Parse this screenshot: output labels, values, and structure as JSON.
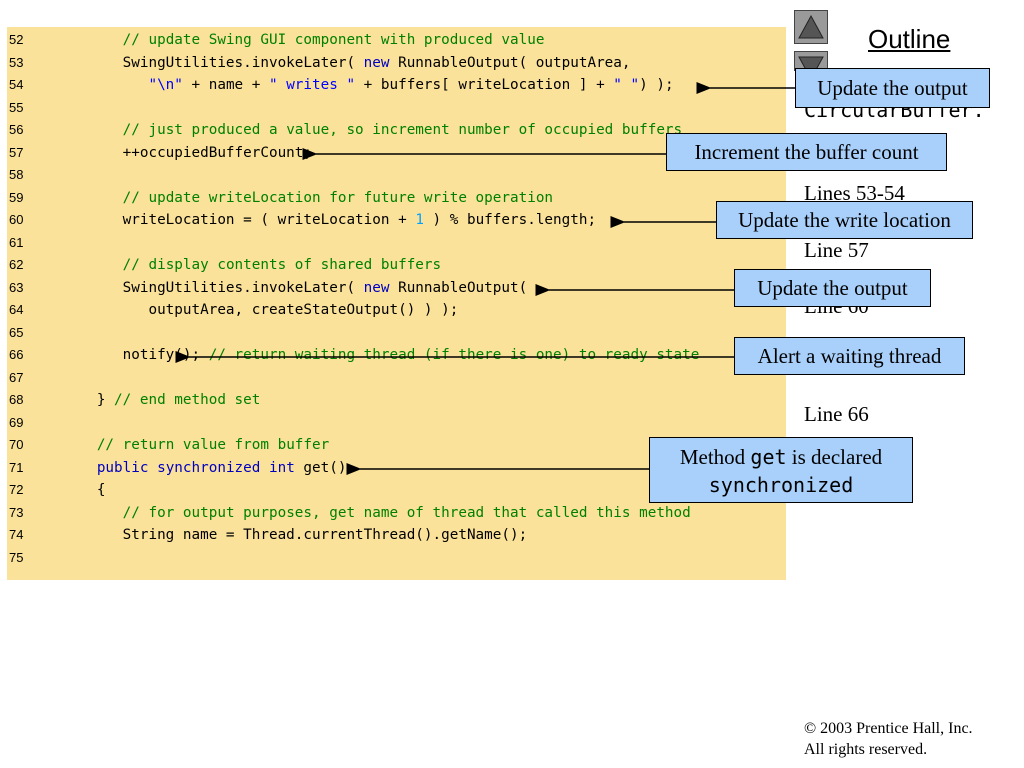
{
  "outline": {
    "title": "Outline",
    "file_label": "CircularBuffer.",
    "side_labels": [
      "Lines 53-54",
      "Line 57",
      "Line 60",
      "Line 66"
    ]
  },
  "nav": {
    "up_icon": "triangle-up-icon",
    "down_icon": "triangle-down-icon"
  },
  "code_lines": [
    {
      "num": "52",
      "tokens": [
        {
          "t": "      "
        },
        {
          "t": "// update Swing GUI component with produced value",
          "c": "cm"
        }
      ]
    },
    {
      "num": "53",
      "tokens": [
        {
          "t": "      SwingUtilities.invokeLater( "
        },
        {
          "t": "new",
          "c": "kw"
        },
        {
          "t": " RunnableOutput( outputArea,"
        }
      ]
    },
    {
      "num": "54",
      "tokens": [
        {
          "t": "         "
        },
        {
          "t": "\"\\n\"",
          "c": "str"
        },
        {
          "t": " + name + "
        },
        {
          "t": "\" writes \"",
          "c": "str"
        },
        {
          "t": " + buffers[ writeLocation ] + "
        },
        {
          "t": "\" \"",
          "c": "str"
        },
        {
          "t": ") );"
        }
      ]
    },
    {
      "num": "55",
      "tokens": []
    },
    {
      "num": "56",
      "tokens": [
        {
          "t": "      "
        },
        {
          "t": "// just produced a value, so increment number of occupied buffers",
          "c": "cm"
        }
      ]
    },
    {
      "num": "57",
      "tokens": [
        {
          "t": "      ++occupiedBufferCount;"
        }
      ]
    },
    {
      "num": "58",
      "tokens": []
    },
    {
      "num": "59",
      "tokens": [
        {
          "t": "      "
        },
        {
          "t": "// update writeLocation for future write operation",
          "c": "cm"
        }
      ]
    },
    {
      "num": "60",
      "tokens": [
        {
          "t": "      writeLocation = ( writeLocation + "
        },
        {
          "t": "1",
          "c": "num"
        },
        {
          "t": " ) % buffers.length;"
        }
      ]
    },
    {
      "num": "61",
      "tokens": []
    },
    {
      "num": "62",
      "tokens": [
        {
          "t": "      "
        },
        {
          "t": "// display contents of shared buffers",
          "c": "cm"
        }
      ]
    },
    {
      "num": "63",
      "tokens": [
        {
          "t": "      SwingUtilities.invokeLater( "
        },
        {
          "t": "new",
          "c": "kw"
        },
        {
          "t": " RunnableOutput("
        }
      ]
    },
    {
      "num": "64",
      "tokens": [
        {
          "t": "         outputArea, createStateOutput() ) );"
        }
      ]
    },
    {
      "num": "65",
      "tokens": []
    },
    {
      "num": "66",
      "tokens": [
        {
          "t": "      notify(); "
        },
        {
          "t": "// return waiting thread (if there is one) to ready state",
          "c": "cm"
        }
      ]
    },
    {
      "num": "67",
      "tokens": []
    },
    {
      "num": "68",
      "tokens": [
        {
          "t": "   } "
        },
        {
          "t": "// end method set",
          "c": "cm"
        }
      ]
    },
    {
      "num": "69",
      "tokens": []
    },
    {
      "num": "70",
      "tokens": [
        {
          "t": "   "
        },
        {
          "t": "// return value from buffer",
          "c": "cm"
        }
      ]
    },
    {
      "num": "71",
      "tokens": [
        {
          "t": "   "
        },
        {
          "t": "public synchronized int",
          "c": "kw"
        },
        {
          "t": " get()"
        }
      ]
    },
    {
      "num": "72",
      "tokens": [
        {
          "t": "   {"
        }
      ]
    },
    {
      "num": "73",
      "tokens": [
        {
          "t": "      "
        },
        {
          "t": "// for output purposes, get name of thread that called this method",
          "c": "cm"
        }
      ]
    },
    {
      "num": "74",
      "tokens": [
        {
          "t": "      String name = Thread.currentThread().getName();"
        }
      ]
    },
    {
      "num": "75",
      "tokens": []
    }
  ],
  "callouts": {
    "update_output_1": "Update the output",
    "increment_count": "Increment the buffer count",
    "update_write_location": "Update the write location",
    "update_output_2": "Update the output",
    "alert_thread": "Alert a waiting thread",
    "method_get_prefix": "Method ",
    "method_get_code": "get",
    "method_get_suffix": " is declared",
    "method_get_keyword": "synchronized"
  },
  "copyright": {
    "line1": "© 2003 Prentice Hall, Inc.",
    "line2": "All rights reserved."
  }
}
